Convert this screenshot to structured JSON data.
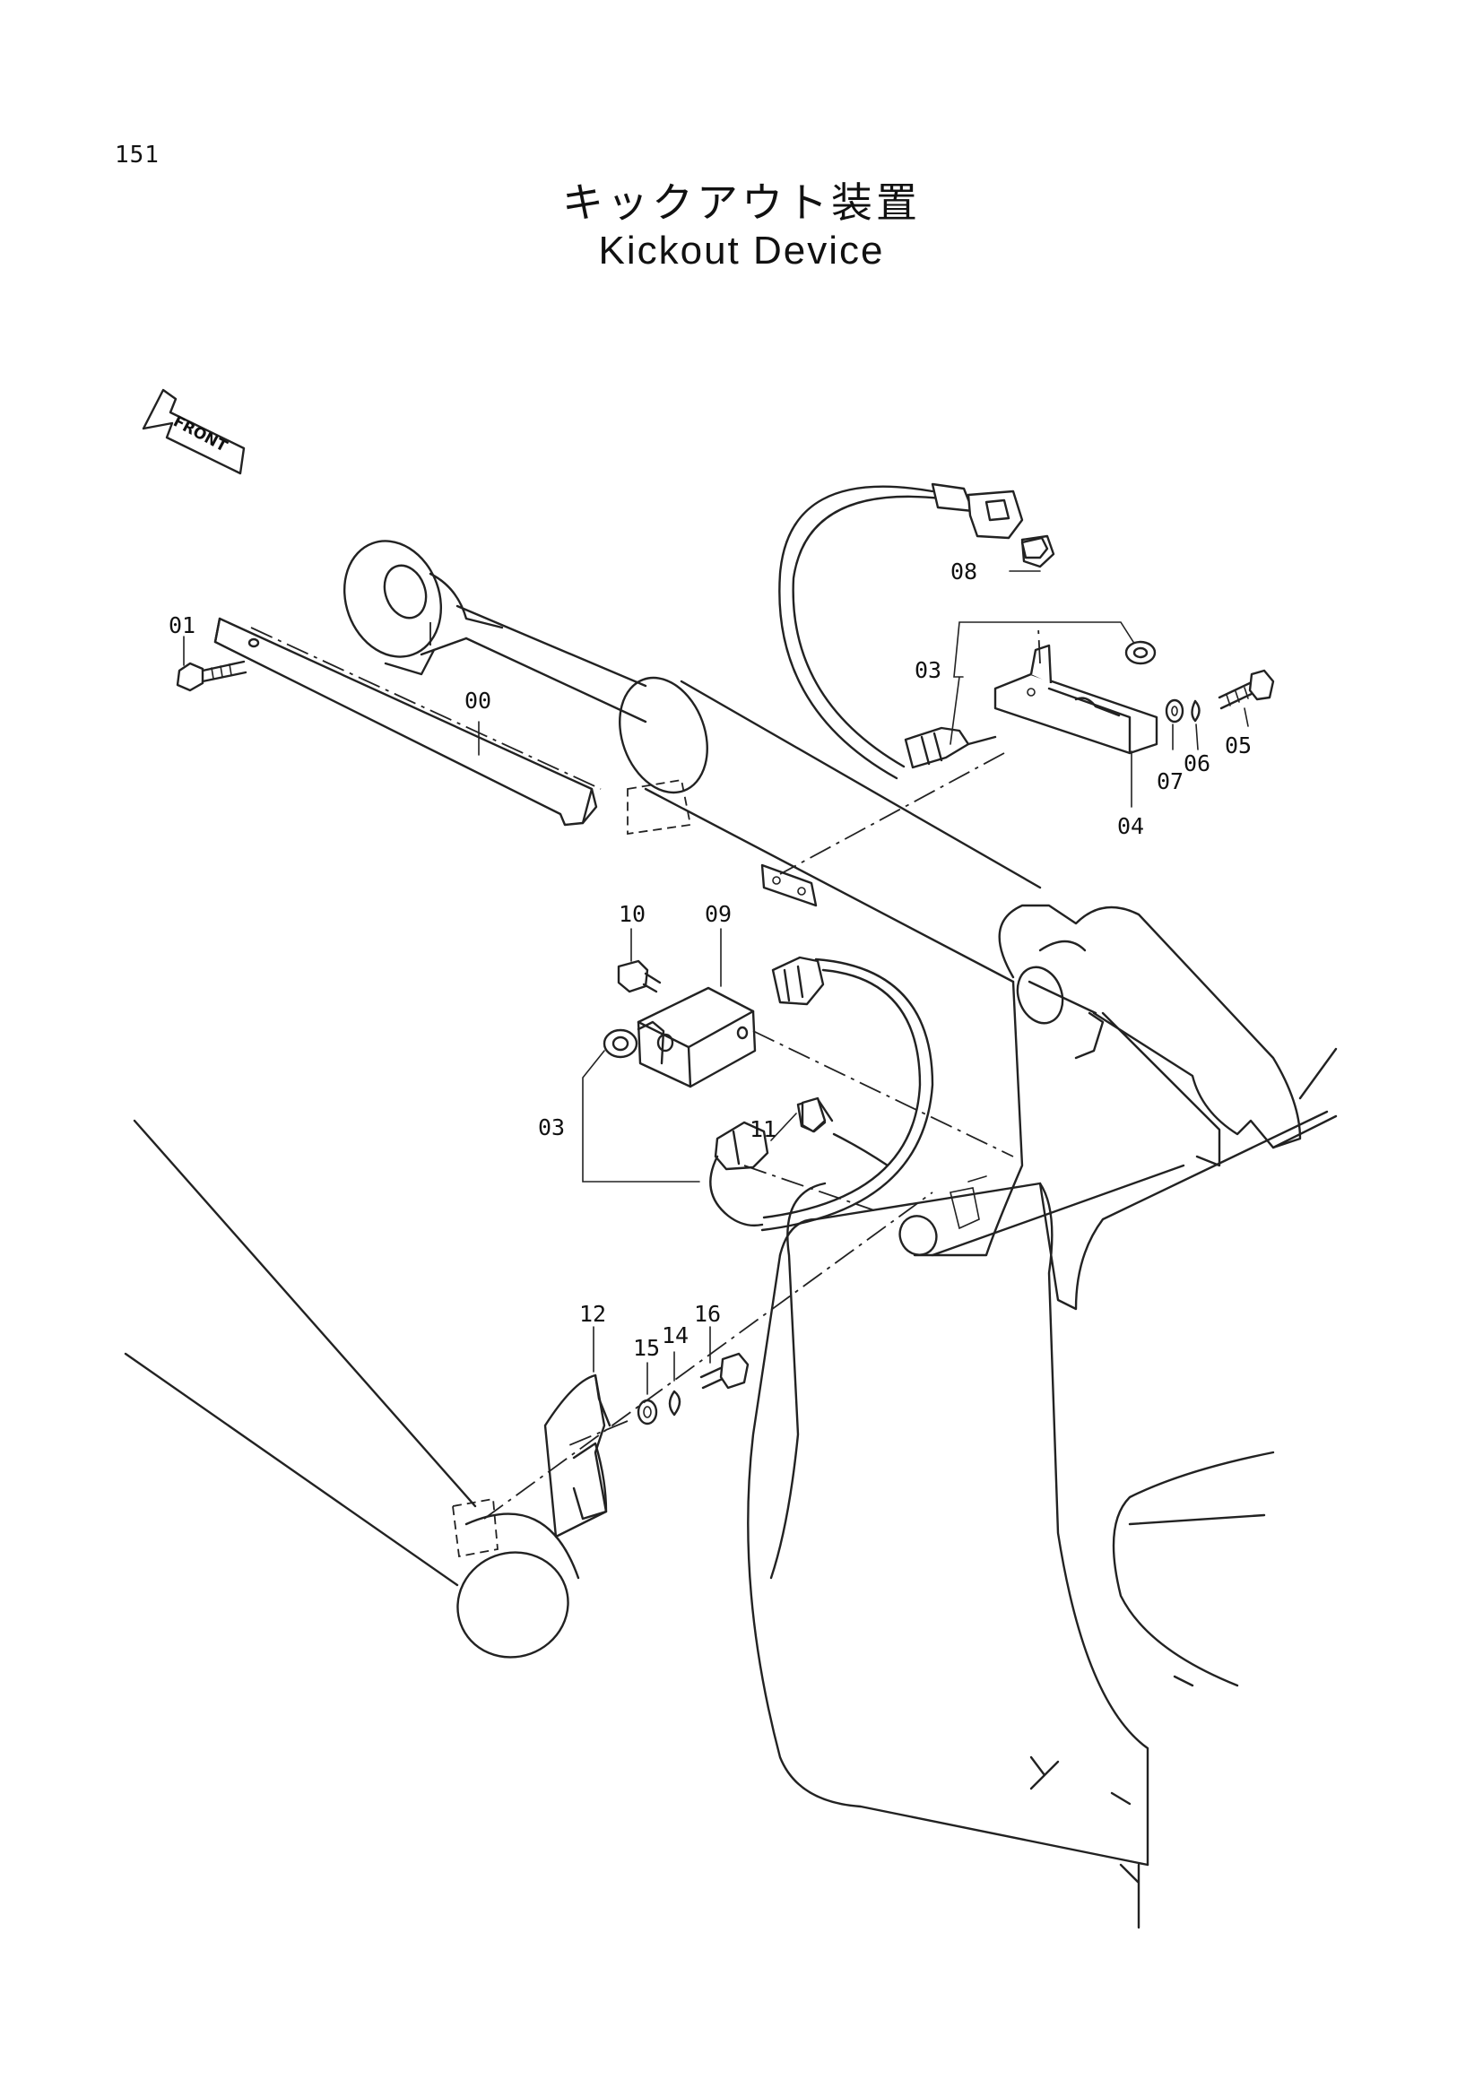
{
  "page": {
    "number": "151"
  },
  "title": {
    "japanese": "キックアウト装置",
    "english": "Kickout Device"
  },
  "front_arrow": {
    "label": "FRONT"
  },
  "callouts": {
    "p00": "00",
    "p01": "01",
    "p03a": "03",
    "p03b": "03",
    "p04": "04",
    "p05": "05",
    "p06": "06",
    "p07": "07",
    "p08": "08",
    "p09": "09",
    "p10": "10",
    "p11": "11",
    "p12": "12",
    "p14": "14",
    "p15": "15",
    "p16": "16"
  }
}
